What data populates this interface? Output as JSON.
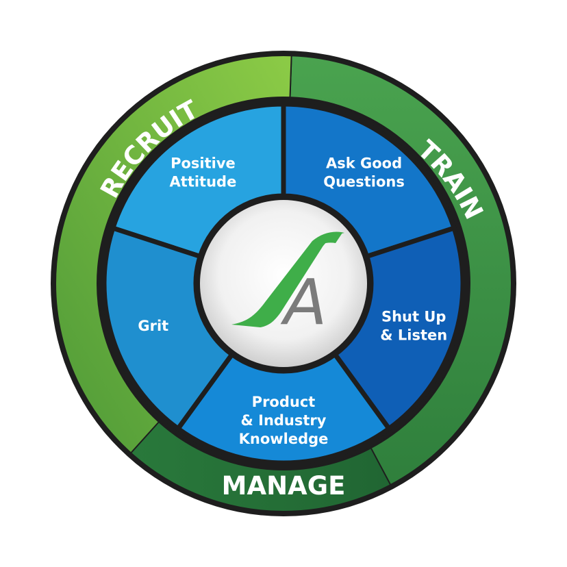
{
  "ring": {
    "recruit": "RECRUIT",
    "train": "TRAIN",
    "manage": "MANAGE"
  },
  "segments": [
    {
      "id": "positive-attitude",
      "lines": [
        "Positive",
        "Attitude"
      ],
      "color": "#27a3e0"
    },
    {
      "id": "ask-good-questions",
      "lines": [
        "Ask Good",
        "Questions"
      ],
      "color": "#1376c9"
    },
    {
      "id": "shut-up-listen",
      "lines": [
        "Shut Up",
        "& Listen"
      ],
      "color": "#0f5fb6"
    },
    {
      "id": "product-industry-knowledge",
      "lines": [
        "Product",
        "& Industry",
        "Knowledge"
      ],
      "color": "#1589d7"
    },
    {
      "id": "grit",
      "lines": [
        "Grit"
      ],
      "color": "#1f8fcf"
    }
  ],
  "center_logo": {
    "letter": "A"
  },
  "colors": {
    "recruit_green": "#7fc043",
    "train_green": "#3f9a47",
    "manage_green": "#23733a",
    "outer_border": "#1e1e1e"
  }
}
